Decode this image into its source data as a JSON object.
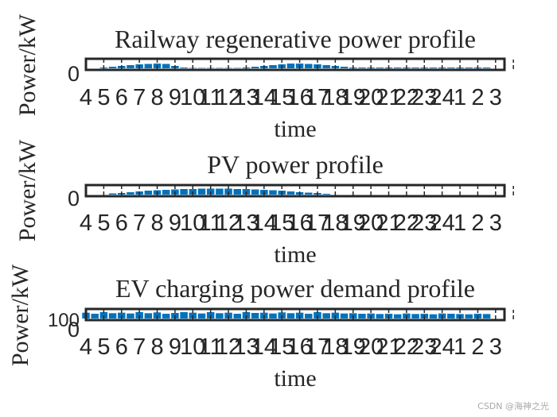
{
  "watermark": "CSDN @海神之光",
  "colors": {
    "bar": "#0072BD",
    "axis": "#262626",
    "text": "#262626"
  },
  "chart_data": [
    {
      "type": "bar",
      "title": "Railway regenerative power profile",
      "xlabel": "time",
      "ylabel": "Power/kW",
      "y_tick_labels": [
        "0"
      ],
      "x_tick_labels": [
        "4",
        "5",
        "6",
        "7",
        "8",
        "9",
        "10",
        "11",
        "12",
        "13",
        "14",
        "15",
        "16",
        "17",
        "18",
        "19",
        "20",
        "21",
        "22",
        "23",
        "24",
        "1",
        "2",
        "3"
      ],
      "ylim": [
        0,
        1
      ],
      "grid": false,
      "x": [
        5,
        5.5,
        6,
        6.5,
        7,
        7.5,
        8,
        8.5,
        9,
        9.5,
        10,
        10.5,
        11,
        11.5,
        12,
        12.5,
        13,
        13.5,
        14,
        14.5,
        15,
        15.5,
        16,
        16.5,
        17,
        17.5,
        18,
        18.5,
        19,
        19.5,
        20,
        20.5,
        21,
        21.5,
        22,
        22.5,
        23,
        23.5,
        24,
        24.5,
        25,
        25.5,
        26,
        26.5
      ],
      "values": [
        0.1,
        0.2,
        0.3,
        0.4,
        0.5,
        0.55,
        0.6,
        0.55,
        0.3,
        0.1,
        0.05,
        0.05,
        0.05,
        0.05,
        0.05,
        0.05,
        0.1,
        0.2,
        0.3,
        0.4,
        0.5,
        0.6,
        0.6,
        0.55,
        0.5,
        0.4,
        0.3,
        0.2,
        0.1,
        0.1,
        0.1,
        0.1,
        0.1,
        0.1,
        0.1,
        0.1,
        0.1,
        0.1,
        0.1,
        0.1,
        0.1,
        0.1,
        0.1,
        0.1
      ]
    },
    {
      "type": "bar",
      "title": "PV power profile",
      "xlabel": "time",
      "ylabel": "Power/kW",
      "y_tick_labels": [
        "0"
      ],
      "x_tick_labels": [
        "4",
        "5",
        "6",
        "7",
        "8",
        "9",
        "10",
        "11",
        "12",
        "13",
        "14",
        "15",
        "16",
        "17",
        "18",
        "19",
        "20",
        "21",
        "22",
        "23",
        "24",
        "1",
        "2",
        "3"
      ],
      "ylim": [
        0,
        1
      ],
      "grid": false,
      "x": [
        5.5,
        6,
        6.5,
        7,
        7.5,
        8,
        8.5,
        9,
        9.5,
        10,
        10.5,
        11,
        11.5,
        12,
        12.5,
        13,
        13.5,
        14,
        14.5,
        15,
        15.5,
        16,
        16.5,
        17,
        17.5
      ],
      "values": [
        0.15,
        0.2,
        0.3,
        0.4,
        0.5,
        0.55,
        0.6,
        0.65,
        0.7,
        0.7,
        0.75,
        0.75,
        0.75,
        0.75,
        0.7,
        0.7,
        0.65,
        0.6,
        0.55,
        0.5,
        0.4,
        0.3,
        0.25,
        0.2,
        0.1
      ]
    },
    {
      "type": "bar",
      "title": "EV charging power demand profile",
      "xlabel": "time",
      "ylabel": "Power/kW",
      "y_tick_labels": [
        "100",
        "0"
      ],
      "x_tick_labels": [
        "4",
        "5",
        "6",
        "7",
        "8",
        "9",
        "10",
        "11",
        "12",
        "13",
        "14",
        "15",
        "16",
        "17",
        "18",
        "19",
        "20",
        "21",
        "22",
        "23",
        "24",
        "1",
        "2",
        "3"
      ],
      "ylim": [
        0,
        150
      ],
      "grid": false,
      "x": [
        4,
        4.5,
        5,
        5.5,
        6,
        6.5,
        7,
        7.5,
        8,
        8.5,
        9,
        9.5,
        10,
        10.5,
        11,
        11.5,
        12,
        12.5,
        13,
        13.5,
        14,
        14.5,
        15,
        15.5,
        16,
        16.5,
        17,
        17.5,
        18,
        18.5,
        19,
        19.5,
        20,
        20.5,
        21,
        21.5,
        22,
        22.5,
        23,
        23.5,
        24,
        24.5,
        25,
        25.5,
        26,
        26.5
      ],
      "values": [
        110,
        90,
        120,
        100,
        110,
        95,
        120,
        100,
        115,
        90,
        105,
        120,
        110,
        95,
        120,
        100,
        110,
        90,
        120,
        105,
        110,
        95,
        115,
        100,
        110,
        90,
        120,
        100,
        110,
        95,
        100,
        90,
        95,
        85,
        90,
        80,
        95,
        85,
        90,
        80,
        95,
        90,
        85,
        80,
        90,
        85
      ]
    }
  ]
}
